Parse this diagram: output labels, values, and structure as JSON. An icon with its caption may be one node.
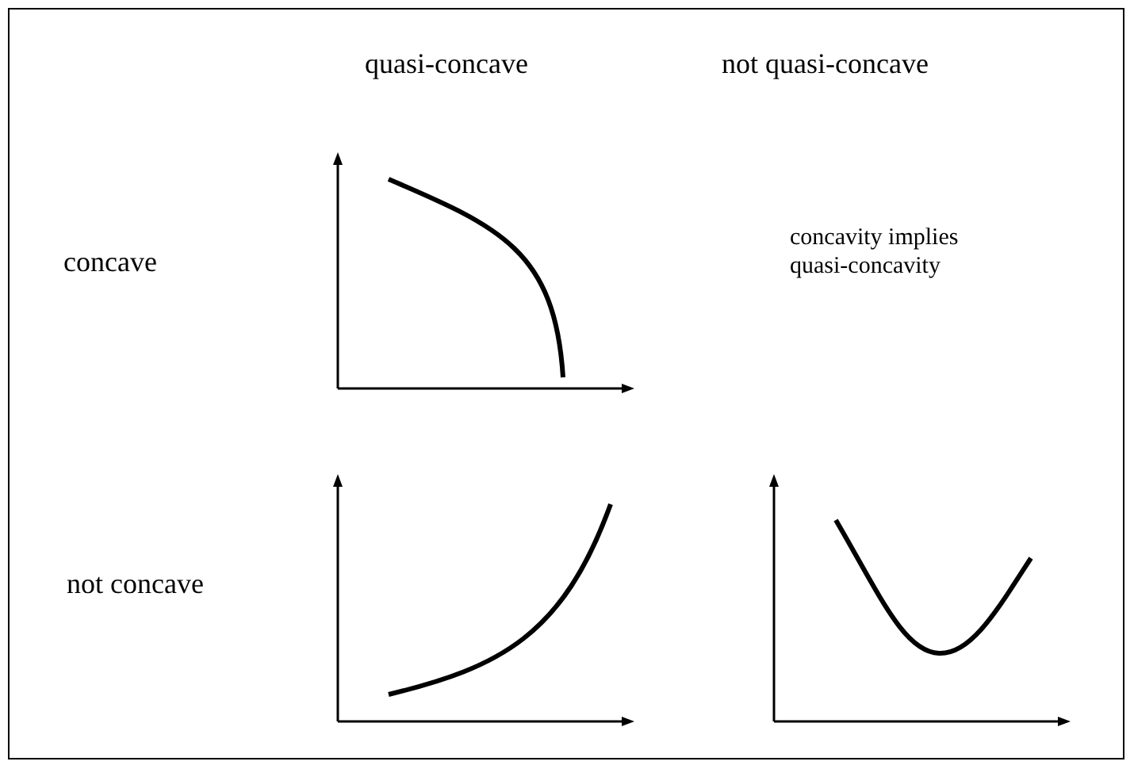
{
  "diagram": {
    "labels": [
      "quasi-concave",
      "not quasi-concave",
      "concave",
      "concavity implies quasi-concavity",
      "not concave"
    ]
  }
}
